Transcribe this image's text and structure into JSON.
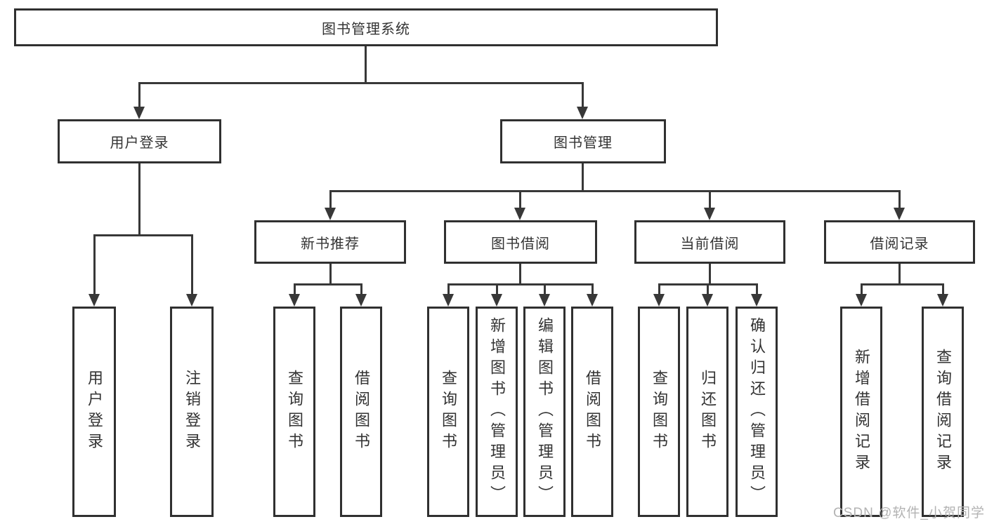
{
  "tree": {
    "label": "图书管理系统",
    "children": [
      {
        "label": "用户登录",
        "children": [
          {
            "label": "用户登录"
          },
          {
            "label": "注销登录"
          }
        ]
      },
      {
        "label": "图书管理",
        "children": [
          {
            "label": "新书推荐",
            "children": [
              {
                "label": "查询图书"
              },
              {
                "label": "借阅图书"
              }
            ]
          },
          {
            "label": "图书借阅",
            "children": [
              {
                "label": "查询图书"
              },
              {
                "label": "新增图书（管理员）"
              },
              {
                "label": "编辑图书（管理员）"
              },
              {
                "label": "借阅图书"
              }
            ]
          },
          {
            "label": "当前借阅",
            "children": [
              {
                "label": "查询图书"
              },
              {
                "label": "归还图书"
              },
              {
                "label": "确认归还（管理员）"
              }
            ]
          },
          {
            "label": "借阅记录",
            "children": [
              {
                "label": "新增借阅记录"
              },
              {
                "label": "查询借阅记录"
              }
            ]
          }
        ]
      }
    ]
  },
  "watermark": {
    "text": "CSDN @软件_小贺同学"
  },
  "colors": {
    "line": "#383838",
    "box_border": "#303030",
    "box_bg": "#ffffff",
    "text": "#333333",
    "watermark": "#b3b3b3"
  }
}
